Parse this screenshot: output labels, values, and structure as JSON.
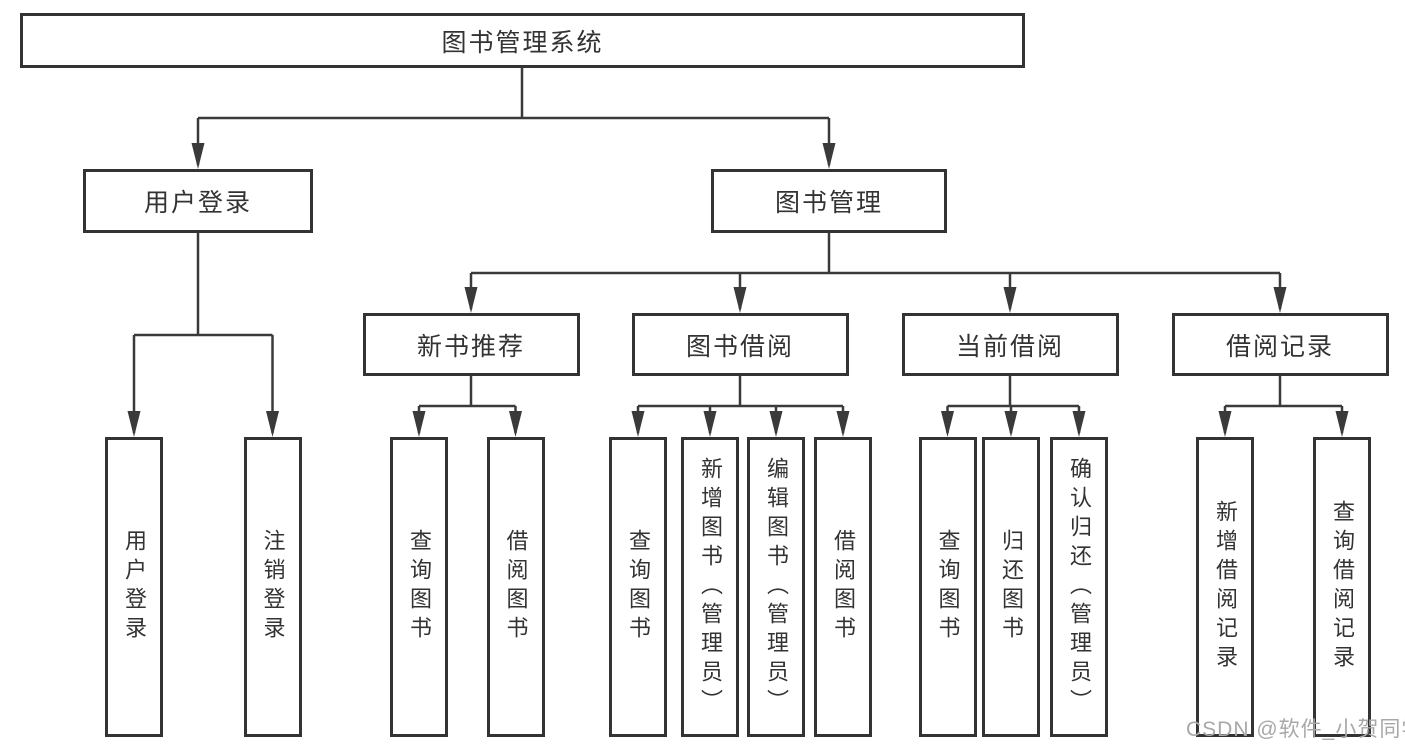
{
  "diagram_title": "图书管理系统",
  "nodes": {
    "root": {
      "label": "图书管理系统"
    },
    "level1": [
      {
        "label": "用户登录",
        "parent": "图书管理系统"
      },
      {
        "label": "图书管理",
        "parent": "图书管理系统"
      }
    ],
    "level2": [
      {
        "label": "新书推荐",
        "parent": "图书管理"
      },
      {
        "label": "图书借阅",
        "parent": "图书管理"
      },
      {
        "label": "当前借阅",
        "parent": "图书管理"
      },
      {
        "label": "借阅记录",
        "parent": "图书管理"
      }
    ],
    "leaves": [
      {
        "label": "用户登录",
        "parent": "用户登录"
      },
      {
        "label": "注销登录",
        "parent": "用户登录"
      },
      {
        "label": "查询图书",
        "parent": "新书推荐"
      },
      {
        "label": "借阅图书",
        "parent": "新书推荐"
      },
      {
        "label": "查询图书",
        "parent": "图书借阅"
      },
      {
        "label": "新增图书（管理员）",
        "parent": "图书借阅"
      },
      {
        "label": "编辑图书（管理员）",
        "parent": "图书借阅"
      },
      {
        "label": "借阅图书",
        "parent": "图书借阅"
      },
      {
        "label": "查询图书",
        "parent": "当前借阅"
      },
      {
        "label": "归还图书",
        "parent": "当前借阅"
      },
      {
        "label": "确认归还（管理员）",
        "parent": "当前借阅"
      },
      {
        "label": "新增借阅记录",
        "parent": "借阅记录"
      },
      {
        "label": "查询借阅记录",
        "parent": "借阅记录"
      }
    ]
  },
  "watermark": "CSDN @软件_小贺同学",
  "colors": {
    "line": "#3a3a3a",
    "border": "#333333",
    "text": "#333333",
    "background": "#ffffff",
    "watermark": "#a8a8a8"
  }
}
